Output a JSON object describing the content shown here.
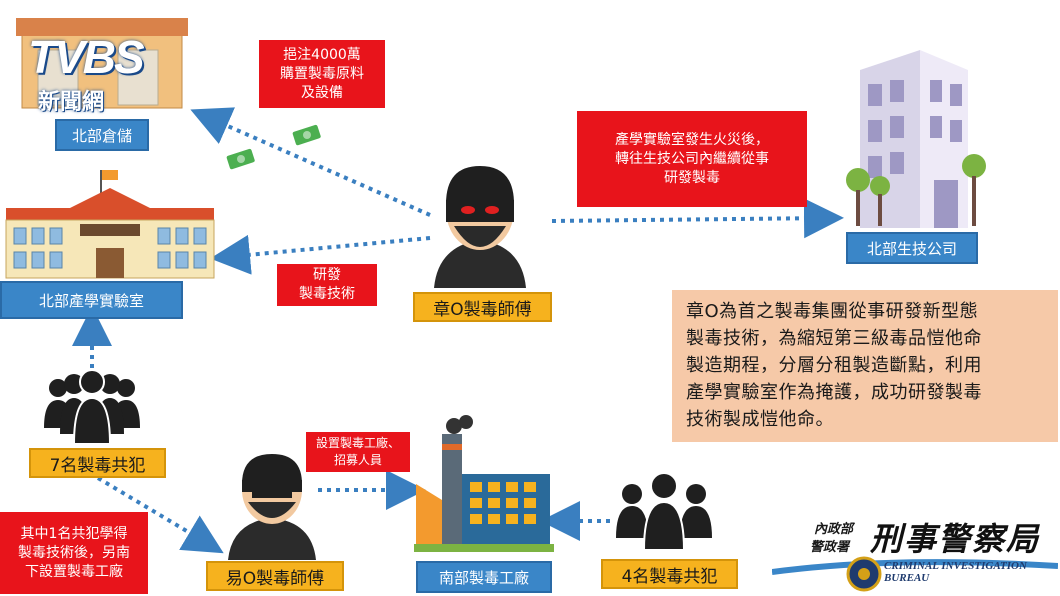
{
  "logo": {
    "brand": "TVBS",
    "subtitle": "新聞網"
  },
  "labels": {
    "north_warehouse": "北部倉儲",
    "north_lab": "北部產學實驗室",
    "north_biotech": "北部生技公司",
    "master_zhang": "章O製毒師傅",
    "accomplices_7": "7名製毒共犯",
    "master_yi": "易O製毒師傅",
    "south_factory": "南部製毒工廠",
    "accomplices_4": "4名製毒共犯"
  },
  "notes": {
    "funding": [
      "挹注4000萬",
      "購置製毒原料",
      "及設備"
    ],
    "research": [
      "研發",
      "製毒技術"
    ],
    "fire": [
      "產學實驗室發生火災後，",
      "轉往生技公司內繼續從事",
      "研發製毒"
    ],
    "setup": [
      "設置製毒工廠、",
      "招募人員"
    ],
    "learned": [
      "其中1名共犯學得",
      "製毒技術後，另南",
      "下設置製毒工廠"
    ]
  },
  "summary": [
    "章O為首之製毒集團從事研發新型態",
    "製毒技術，為縮短第三級毒品愷他命",
    "製造期程，分層分租製造斷點，利用",
    "產學實驗室作為掩護，成功研發製毒",
    "技術製成愷他命。"
  ],
  "bureau": {
    "ministry_top": "內政部",
    "ministry_bottom": "警政署",
    "name": "刑事警察局",
    "english": "CRIMINAL INVESTIGATION BUREAU"
  },
  "colors": {
    "blue_label": "#3a86c8",
    "red_note": "#e8141b",
    "yellow_label": "#f6b21e",
    "summary_bg": "#f6c9a8",
    "arrow": "#3a7fc0"
  }
}
